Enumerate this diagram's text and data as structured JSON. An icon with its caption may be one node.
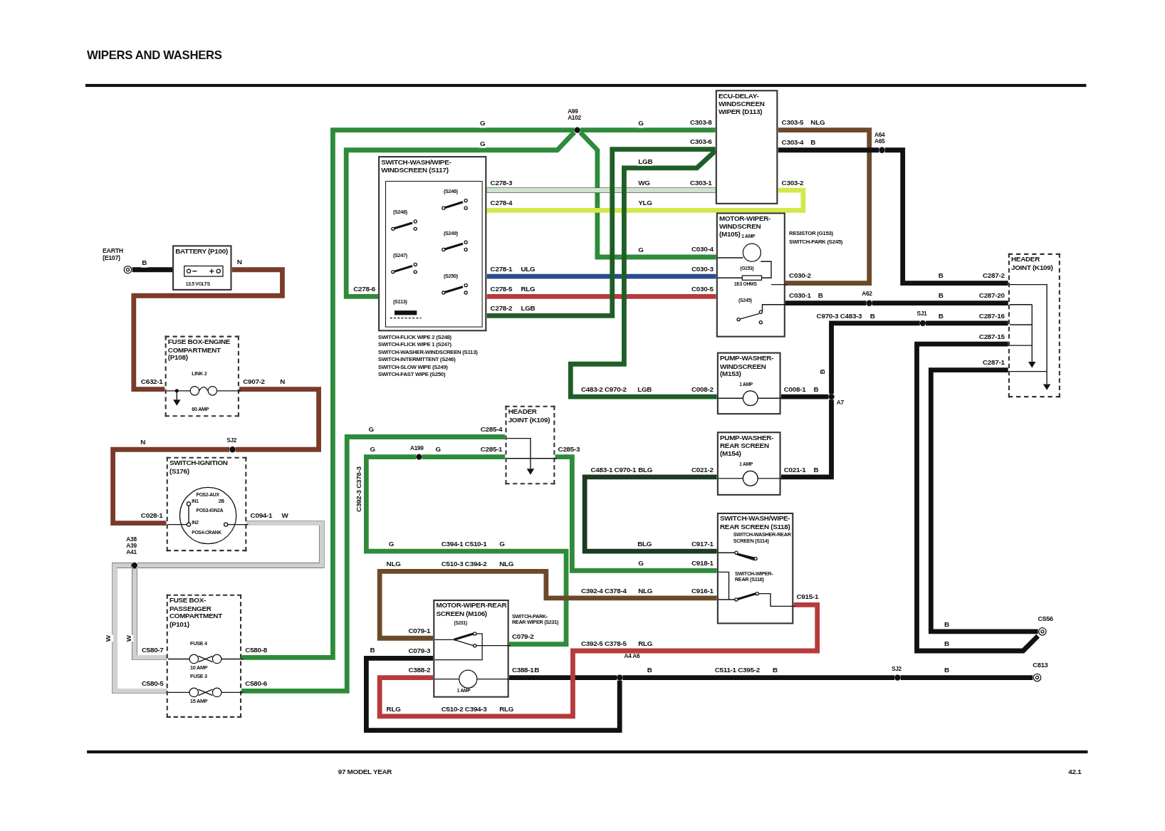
{
  "diagram": {
    "title": "WIPERS AND WASHERS",
    "nodes": [
      {
        "text": [
          "EARTH (E107)"
        ]
      },
      {
        "text": [
          "BATTERY (P100)",
          "13.5 VOLTS"
        ]
      },
      {
        "text": [
          "FUSE BOX-ENGINE COMPARTMENT (P108)",
          "LINK 2",
          "60 AMP"
        ]
      },
      {
        "text": [],
        "shape": "circle",
        "beside": [
          "SJ2"
        ]
      },
      {
        "text": [
          "SWITCH-IGNITION (S176)",
          "POS2-AUX",
          "IN1",
          "2B",
          "POS3-IGN2A",
          "IN2",
          "POS4-CRANK"
        ]
      },
      {
        "text": [],
        "shape": "circle",
        "beside": [
          "A38 A39 A41"
        ]
      },
      {
        "text": [
          "FUSE BOX-PASSENGER COMPARTMENT (P101)",
          "FUSE 4",
          "10 AMP",
          "FUSE 3",
          "15 AMP"
        ]
      },
      {
        "text": [
          "SWITCH-WASH/WIPE-WINDSCREEN (S117)",
          "(S246)",
          "(S248)",
          "(S249)",
          "(S247)",
          "(S250)",
          "(S113)"
        ],
        "beside": [
          "SWITCH-FLICK WIPE 2 (S248)",
          "SWITCH-FLICK WIPE 1 (S247)",
          "SWITCH-WASHER-WINDSCREEN (S113)",
          "SWITCH-INTERMITTENT (S246)",
          "SWITCH-SLOW WIPE (S249)",
          "SWITCH-FAST WIPE (S250)"
        ]
      },
      {
        "text": [],
        "shape": "circle",
        "beside": [
          "A99 A102"
        ]
      },
      {
        "text": [
          "ECU-DELAY-WINDSCREEN WIPER (D113)"
        ]
      },
      {
        "text": [],
        "shape": "circle",
        "beside": [
          "A64 A65"
        ]
      },
      {
        "text": [
          "MOTOR-WIPER-WINDSCREN (M105)",
          "1 AMP",
          "(G153)",
          "1E3 OHMS",
          "(S245)"
        ],
        "beside": [
          "RESISTOR (G153)",
          "SWITCH-PARK (S245)"
        ]
      },
      {
        "text": [],
        "shape": "circle",
        "beside": [
          "A62"
        ]
      },
      {
        "text": [],
        "shape": "circle",
        "beside": [
          "SJ1"
        ]
      },
      {
        "text": [
          "HEADER JOINT (K109)"
        ]
      },
      {
        "text": [
          "PUMP-WASHER-WINDSCREEN (M153)",
          "1 AMP"
        ]
      },
      {
        "text": [],
        "shape": "circle",
        "beside": [
          "A7"
        ]
      },
      {
        "text": [
          "HEADER JOINT (K109)"
        ]
      },
      {
        "text": [],
        "shape": "circle",
        "beside": [
          "A199"
        ]
      },
      {
        "text": [
          "PUMP-WASHER-REAR SCREEN (M154)",
          "1 AMP"
        ]
      },
      {
        "text": [
          "SWITCH-WASH/WIPE-REAR SCREEN (S118)",
          "SWITCH-WASHER-REAR SCREEN (S114)",
          "SWITCH-WIPER-REAR (S116)"
        ]
      },
      {
        "text": [
          "MOTOR-WIPER-REAR SCREEN (M106)",
          "(S231)",
          "1 AMP"
        ],
        "beside": [
          "SWITCH-PARK-REAR WIPER (S231)"
        ]
      },
      {
        "text": [],
        "shape": "circle",
        "beside": [
          "A4 A6"
        ]
      },
      {
        "text": [],
        "shape": "circle",
        "beside": [
          "SJ2"
        ]
      },
      {
        "text": [
          "C556"
        ]
      },
      {
        "text": [
          "C813"
        ]
      }
    ],
    "edges": [
      {
        "from": 0,
        "to": 1,
        "arrow": "none",
        "label": "B"
      },
      {
        "from": 1,
        "to": 2,
        "arrow": "none",
        "label": "N",
        "color": "#7a3b2a"
      },
      {
        "from": 2,
        "to": 3,
        "arrow": "none",
        "label": "N",
        "color": "#7a3b2a"
      },
      {
        "from": 3,
        "to": 4,
        "arrow": "none",
        "label": "N",
        "color": "#7a3b2a"
      },
      {
        "from": 4,
        "to": 5,
        "arrow": "none",
        "label": "W",
        "color": "#d0d0d0"
      },
      {
        "from": 5,
        "to": 6,
        "arrow": "none",
        "label": "W",
        "color": "#d0d0d0"
      },
      {
        "from": 5,
        "to": 6,
        "arrow": "none",
        "label": "W",
        "color": "#d0d0d0"
      },
      {
        "from": 6,
        "to": 8,
        "arrow": "none",
        "label": "G",
        "color": "#2e8b3a"
      },
      {
        "from": 7,
        "to": 8,
        "arrow": "none",
        "label": "G",
        "color": "#2e8b3a"
      },
      {
        "from": 8,
        "to": 9,
        "arrow": "none",
        "label": "G",
        "color": "#2e8b3a"
      },
      {
        "from": 8,
        "to": 11,
        "arrow": "none",
        "label": "G",
        "color": "#2e8b3a"
      },
      {
        "from": 6,
        "to": 17,
        "arrow": "none",
        "label": "G",
        "color": "#2e8b3a"
      },
      {
        "from": 7,
        "to": 9,
        "arrow": "none",
        "label": "WG",
        "color": "#cfe3cf"
      },
      {
        "from": 7,
        "to": 9,
        "arrow": "none",
        "label": "YLG",
        "color": "#d4e84a"
      },
      {
        "from": 7,
        "to": 11,
        "arrow": "none",
        "label": "ULG",
        "color": "#2a4d8f"
      },
      {
        "from": 7,
        "to": 11,
        "arrow": "none",
        "label": "RLG",
        "color": "#b83a3a"
      },
      {
        "from": 7,
        "to": 9,
        "arrow": "none",
        "label": "LGB",
        "color": "#1f5e27"
      },
      {
        "from": 9,
        "to": 15,
        "arrow": "none",
        "label": "LGB",
        "color": "#1f5e27"
      },
      {
        "from": 9,
        "to": 11,
        "arrow": "none",
        "label": "NLG",
        "color": "#6b4a2a"
      },
      {
        "from": 9,
        "to": 10,
        "arrow": "none",
        "label": "B"
      },
      {
        "from": 10,
        "to": 14,
        "arrow": "none",
        "label": "B"
      },
      {
        "from": 11,
        "to": 12,
        "arrow": "none",
        "label": "B"
      },
      {
        "from": 12,
        "to": 14,
        "arrow": "none",
        "label": "B"
      },
      {
        "from": 16,
        "to": 13,
        "arrow": "none",
        "label": "B"
      },
      {
        "from": 13,
        "to": 14,
        "arrow": "none",
        "label": "B"
      },
      {
        "from": 15,
        "to": 16,
        "arrow": "none",
        "label": "B"
      },
      {
        "from": 19,
        "to": 16,
        "arrow": "none",
        "label": "B"
      },
      {
        "from": 14,
        "to": 24,
        "arrow": "none",
        "label": "B"
      },
      {
        "from": 14,
        "to": 24,
        "arrow": "none",
        "label": "B"
      },
      {
        "from": 17,
        "to": 18,
        "arrow": "none",
        "label": "G",
        "color": "#2e8b3a"
      },
      {
        "from": 18,
        "to": 21,
        "arrow": "none",
        "label": "G",
        "color": "#2e8b3a"
      },
      {
        "from": 17,
        "to": 20,
        "arrow": "none",
        "label": "G",
        "color": "#2e8b3a"
      },
      {
        "from": 21,
        "to": 20,
        "arrow": "none",
        "label": "NLG",
        "color": "#6b4a2a"
      },
      {
        "from": 19,
        "to": 20,
        "arrow": "none",
        "label": "BLG",
        "color": "#1e3b22"
      },
      {
        "from": 21,
        "to": 22,
        "arrow": "none",
        "label": "B"
      },
      {
        "from": 22,
        "to": 23,
        "arrow": "none",
        "label": "B"
      },
      {
        "from": 23,
        "to": 25,
        "arrow": "none",
        "label": "B"
      },
      {
        "from": 21,
        "to": 22,
        "arrow": "none",
        "label": "B"
      },
      {
        "from": 20,
        "to": 21,
        "arrow": "none",
        "label": "RLG",
        "color": "#b83a3a"
      }
    ],
    "labels": [
      "C303-8",
      "C303-5",
      "C303-6",
      "C303-4",
      "C278-3",
      "C303-1",
      "C303-2",
      "C278-4",
      "C030-4",
      "C278-1",
      "C030-3",
      "C030-2",
      "C287-2",
      "C278-6",
      "C278-5",
      "C030-5",
      "C030-1",
      "C287-20",
      "C278-2",
      "C970-3 C483-3",
      "C287-16",
      "C287-15",
      "C287-1",
      "C632-1",
      "C907-2",
      "B",
      "C483-2 C970-2",
      "LGB",
      "C008-2",
      "C008-1",
      "C285-4",
      "C285-1",
      "C285-3",
      "C392-3 C378-3",
      "C483-1 C970-1",
      "C021-2",
      "C021-1",
      "C028-1",
      "C094-1",
      "G",
      "C394-1 C510-1",
      "G",
      "BLG",
      "C917-1",
      "NLG",
      "C510-3 C394-2",
      "NLG",
      "C918-1",
      "C392-4 C378-4",
      "C916-1",
      "C915-1",
      "C079-1",
      "C079-2",
      "C392-5 C378-5",
      "C580-7",
      "C580-8",
      "C079-3",
      "C388-2",
      "C388-1",
      "C511-1 C395-2",
      "B",
      "C580-5",
      "C580-6",
      "RLG",
      "C510-2 C394-3",
      "RLG",
      "97 MODEL YEAR",
      "42.1"
    ]
  }
}
